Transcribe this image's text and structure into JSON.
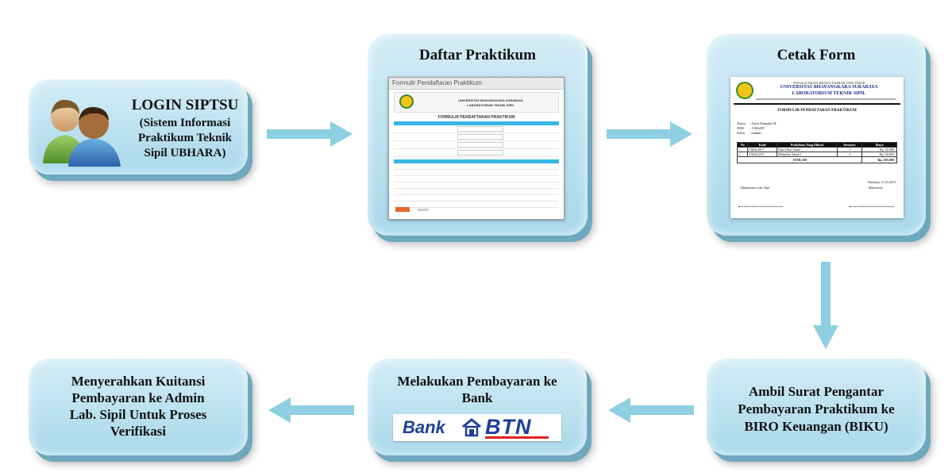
{
  "steps": {
    "login": {
      "title": "LOGIN SIPTSU",
      "subtitle_lines": [
        "(Sistem Informasi",
        "Praktikum Teknik",
        "Sipil UBHARA)"
      ]
    },
    "daftar": {
      "title": "Daftar Praktikum",
      "form_title": "Formulir Pendaftaran Praktikum",
      "institution": "UNIVERSITAS BHAYANGKARA SURABAYA",
      "lab": "LABORATORIUM TEKNIK SIPIL",
      "form_heading": "FORMULIR PENDAFTARAN PRAKTIKUM"
    },
    "cetak": {
      "title": "Cetak Form",
      "foundation": "YAYASAN BRATA BHAKTI DAERAH JAWA TIMUR",
      "institution": "UNIVERSITAS BHAYANGKARA SURABAYA",
      "lab": "LABORATORIUM TEKNIK SIPIL",
      "form_heading": "FORMULIR PENDAFTARAN PRAKTIKUM",
      "fields": [
        {
          "label": "Nama",
          "value": ": Aand Zamzahr H."
        },
        {
          "label": "NIM",
          "value": ": 1304209"
        },
        {
          "label": "Kelas",
          "value": ": malam"
        }
      ],
      "table_headers": [
        "No",
        "Kode",
        "Praktikum Yang Diikuti",
        "Semester",
        "Biaya"
      ],
      "table_rows": [
        [
          "1.",
          "TSKK2017",
          "Ilmu Ukur Tanah",
          "3",
          "Rp. 45.000,-"
        ],
        [
          "2.",
          "TSKK2219",
          "Mekanika Tanah 1",
          "3",
          "Rp. 60.000,-"
        ]
      ],
      "total_label": "JUMLAH",
      "total_value": "Rp. 105.000,-",
      "place_date": "Surabaya, 21.03.2015",
      "admin_label": "Administrasi Lab. Sipil",
      "student_label": "Mahasiswa"
    },
    "ambil": {
      "lines": [
        "Ambil Surat Pengantar",
        "Pembayaran Praktikum ke",
        "BIRO Keuangan (BIKU)"
      ]
    },
    "bayar": {
      "lines": [
        "Melakukan Pembayaran ke",
        "Bank"
      ],
      "bank_word": "Bank",
      "bank_name": "BTN"
    },
    "serah": {
      "lines": [
        "Menyerahkan Kuitansi",
        "Pembayaran ke Admin",
        "Lab. Sipil Untuk Proses",
        "Verifikasi"
      ]
    }
  },
  "colors": {
    "box_light": "#d4edf6",
    "box_dark": "#a9d8ea",
    "arrow": "#8ecfe1",
    "btn_blue": "#1f3f99",
    "form_header_cyan": "#37b6e3"
  }
}
